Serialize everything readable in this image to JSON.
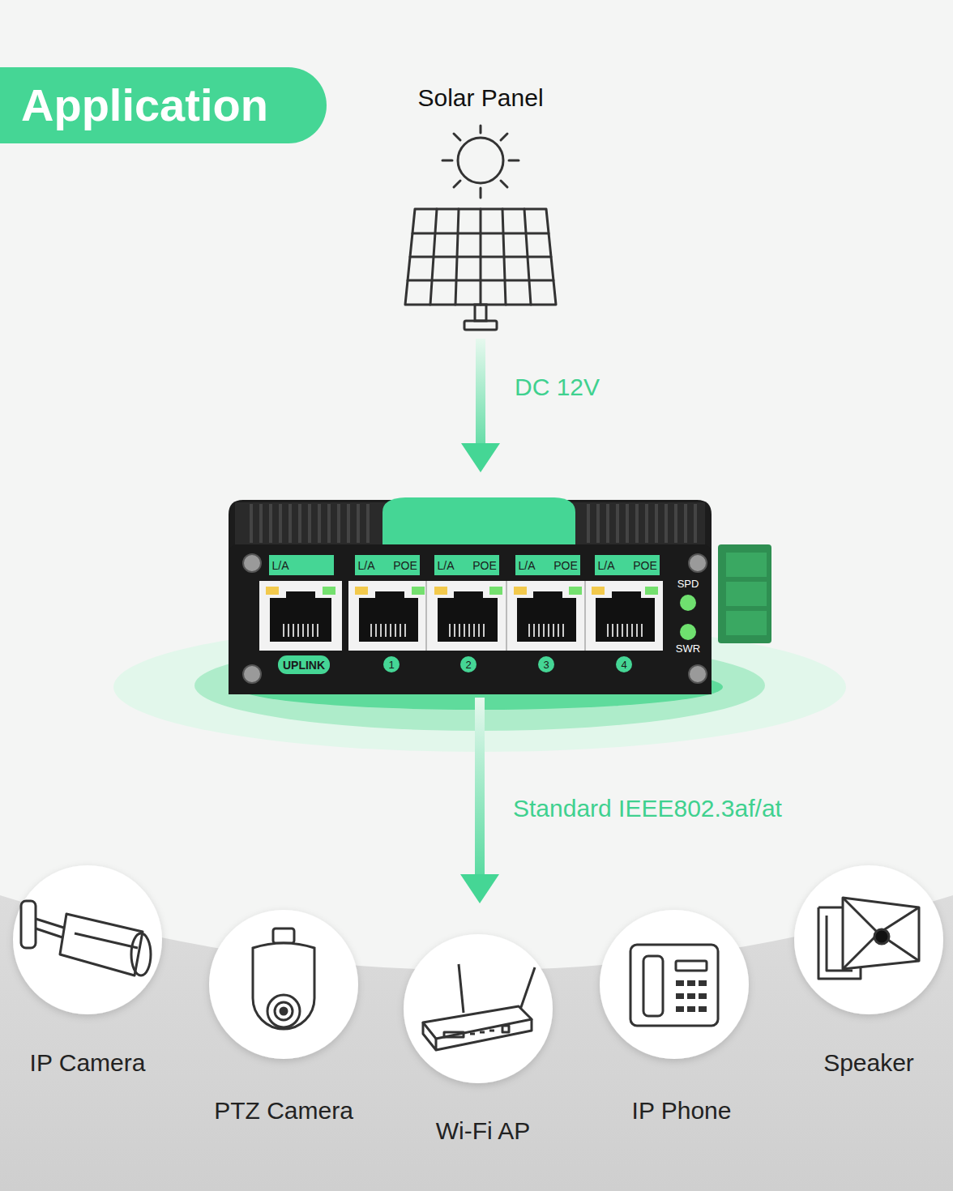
{
  "diagram": {
    "title": "Application",
    "nodes": [
      {
        "text": [
          "Solar Panel"
        ]
      },
      {
        "text": [
          "L/A",
          "L/A",
          "POE",
          "L/A",
          "POE",
          "L/A",
          "POE",
          "L/A",
          "POE",
          "SPD",
          "SWR",
          "UPLINK",
          "1",
          "2",
          "3",
          "4"
        ]
      },
      {
        "text": [
          "IP Camera"
        ]
      },
      {
        "text": [
          "PTZ Camera"
        ]
      },
      {
        "text": [
          "Wi-Fi AP"
        ]
      },
      {
        "text": [
          "IP Phone"
        ]
      },
      {
        "text": [
          "Speaker"
        ]
      }
    ],
    "edges": [
      {
        "from": 0,
        "to": 1,
        "arrow": "to",
        "label": "DC 12V"
      },
      {
        "from": 1,
        "to": 4,
        "arrow": "to",
        "label": "Standard IEEE802.3af/at"
      }
    ]
  }
}
